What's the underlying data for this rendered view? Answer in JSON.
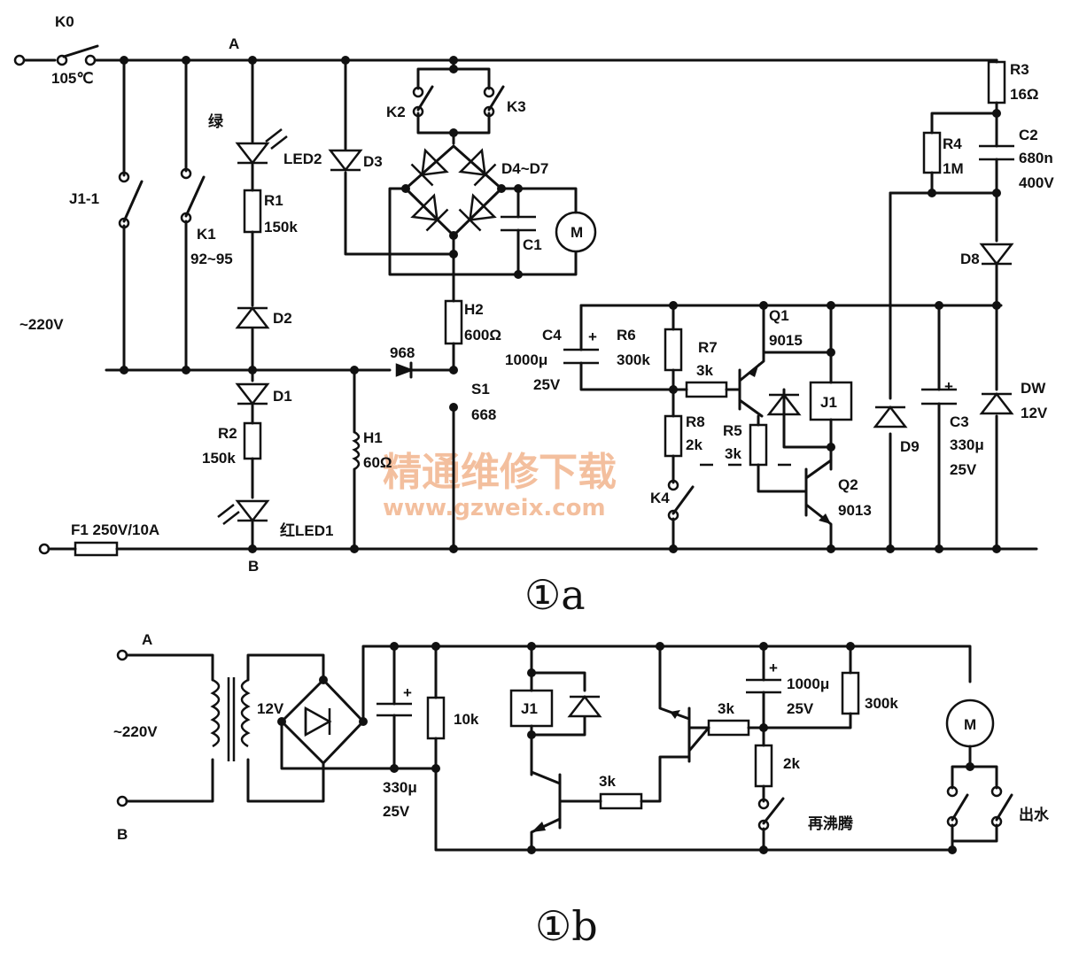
{
  "figure_a": {
    "caption": "①a",
    "labels": {
      "k0": "K0",
      "k0_temp": "105℃",
      "node_a": "A",
      "node_b": "B",
      "supply": "~220V",
      "green": "绿",
      "led2": "LED2",
      "r1": "R1",
      "r1_val": "150k",
      "j1_1": "J1-1",
      "k1": "K1",
      "k1_range": "92~95",
      "d2": "D2",
      "d1": "D1",
      "r2": "R2",
      "r2_val": "150k",
      "red_led1": "红LED1",
      "fuse": "F1 250V/10A",
      "h1": "H1",
      "h1_val": "60Ω",
      "d3": "D3",
      "k2": "K2",
      "k3": "K3",
      "d4_d7": "D4~D7",
      "c1": "C1",
      "motor": "M",
      "h2": "H2",
      "h2_val": "600Ω",
      "t968": "968",
      "s1": "S1",
      "s1_val": "668",
      "c4": "C4",
      "c4_val": "1000μ",
      "c4_v": "25V",
      "r6": "R6",
      "r6_val": "300k",
      "r7": "R7",
      "r7_val": "3k",
      "r8": "R8",
      "r8_val": "2k",
      "k4": "K4",
      "r5": "R5",
      "r5_val": "3k",
      "q1": "Q1",
      "q1_val": "9015",
      "j1": "J1",
      "q2": "Q2",
      "q2_val": "9013",
      "d9": "D9",
      "r3": "R3",
      "r3_val": "16Ω",
      "r4": "R4",
      "r4_val": "1M",
      "c2": "C2",
      "c2_val": "680n",
      "c2_v": "400V",
      "d8": "D8",
      "c3": "C3",
      "c3_val": "330μ",
      "c3_v": "25V",
      "dw": "DW",
      "dw_val": "12V",
      "plus": "+"
    }
  },
  "figure_b": {
    "caption": "①b",
    "labels": {
      "node_a": "A",
      "node_b": "B",
      "supply": "~220V",
      "v12": "12V",
      "cap": "330μ",
      "cap_v": "25V",
      "r10k": "10k",
      "j1": "J1",
      "r3k": "3k",
      "r3k_b": "3k",
      "cap2": "1000μ",
      "cap2_v": "25V",
      "r300k": "300k",
      "r2k": "2k",
      "reboil": "再沸腾",
      "motor": "M",
      "water_out": "出水",
      "plus": "+"
    }
  },
  "watermark": {
    "cn": "精通维修下载",
    "url": "www.gzweix.com"
  }
}
